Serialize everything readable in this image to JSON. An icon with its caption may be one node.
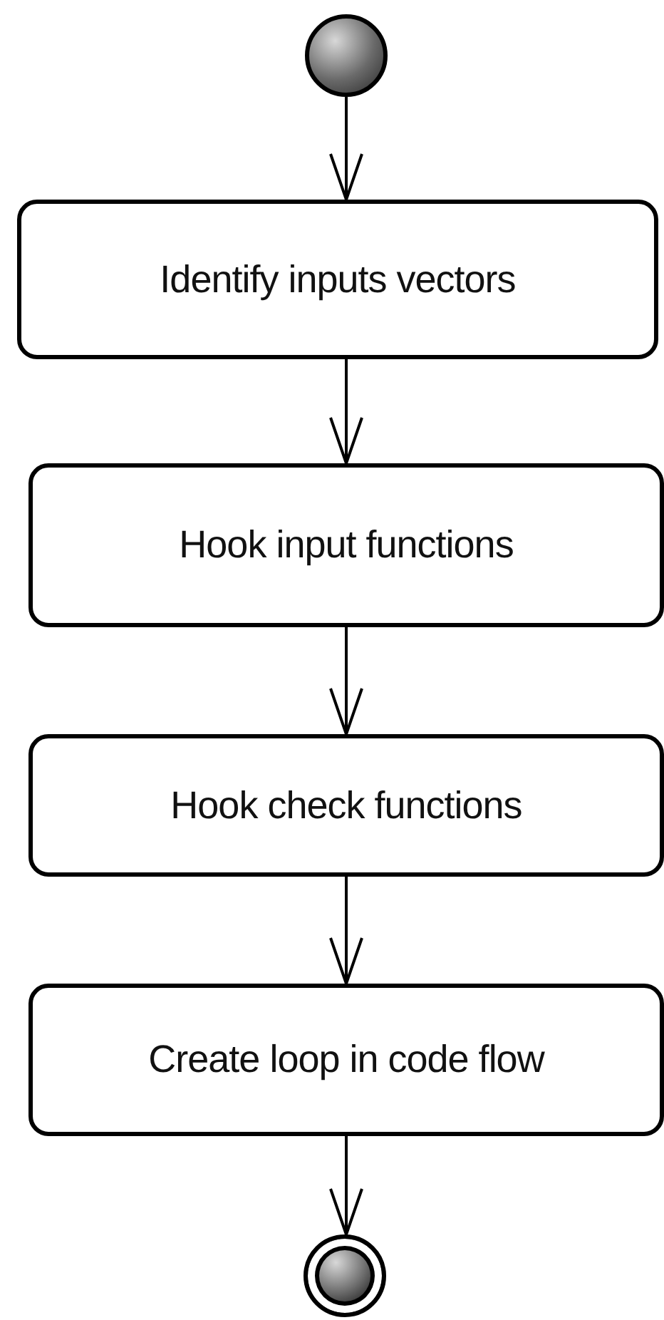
{
  "diagram": {
    "nodes": [
      {
        "text": [],
        "shape": "circle"
      },
      {
        "text": [
          "Identify inputs vectors"
        ]
      },
      {
        "text": [
          "Hook input functions"
        ]
      },
      {
        "text": [
          "Hook check functions"
        ]
      },
      {
        "text": [
          "Create loop in code flow"
        ]
      },
      {
        "text": [],
        "shape": "circle"
      }
    ],
    "edges": [
      {
        "from": 0,
        "to": 1,
        "arrow": "to"
      },
      {
        "from": 1,
        "to": 2,
        "arrow": "to"
      },
      {
        "from": 2,
        "to": 3,
        "arrow": "to"
      },
      {
        "from": 3,
        "to": 4,
        "arrow": "to"
      },
      {
        "from": 4,
        "to": 5,
        "arrow": "to"
      }
    ]
  }
}
